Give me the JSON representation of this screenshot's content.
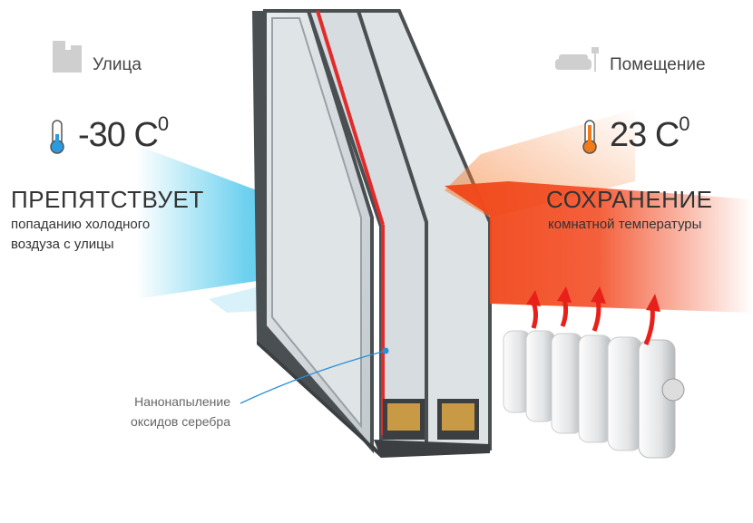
{
  "outside": {
    "location_label": "Улица",
    "location_icon": "building-icon",
    "temperature_value": "-30 C",
    "temperature_unit_sup": "0",
    "headline": "ПРЕПЯТСТВУЕТ",
    "description_line1": "попаданию холодного",
    "description_line2": "воздуза с улицы",
    "beam_color": "#3fc3ea"
  },
  "inside": {
    "location_label": "Помещение",
    "location_icon": "sofa-lamp-icon",
    "temperature_value": "23 C",
    "temperature_unit_sup": "0",
    "headline": "СОХРАНЕНИЕ",
    "description_line1": "комнатной температуры",
    "beam_color": "#f2441a"
  },
  "annotation": {
    "line1": "Нанонапыление",
    "line2": "оксидов серебра",
    "pointer_color": "#2a8fd8"
  }
}
